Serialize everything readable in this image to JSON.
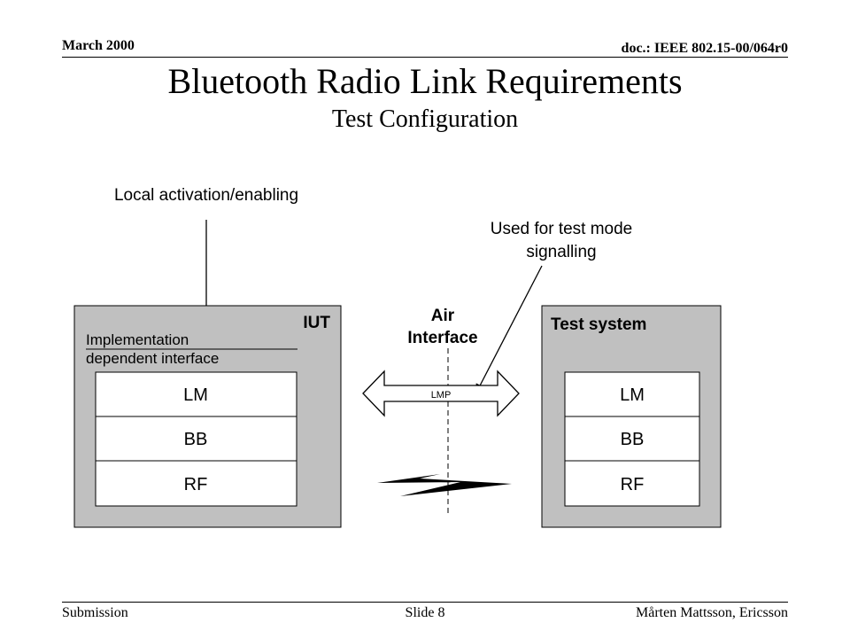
{
  "header": {
    "date": "March 2000",
    "doc": "doc.: IEEE 802.15-00/064r0"
  },
  "title": "Bluetooth Radio Link Requirements",
  "subtitle": "Test Configuration",
  "diagram": {
    "annotation_local": "Local activation/enabling",
    "annotation_signal_line1": "Used for test mode",
    "annotation_signal_line2": "signalling",
    "iut_label": "IUT",
    "impl_line1": "Implementation",
    "impl_line2": "dependent interface",
    "iut_layers": [
      "LM",
      "BB",
      "RF"
    ],
    "air_line1": "Air",
    "air_line2": "Interface",
    "lmp_label": "LMP",
    "test_label": "Test system",
    "test_layers": [
      "LM",
      "BB",
      "RF"
    ],
    "colors": {
      "box_fill": "#c0c0c0",
      "layer_fill": "#ffffff",
      "stroke": "#000000"
    }
  },
  "footer": {
    "left": "Submission",
    "center": "Slide 8",
    "right": "Mårten Mattsson, Ericsson"
  }
}
